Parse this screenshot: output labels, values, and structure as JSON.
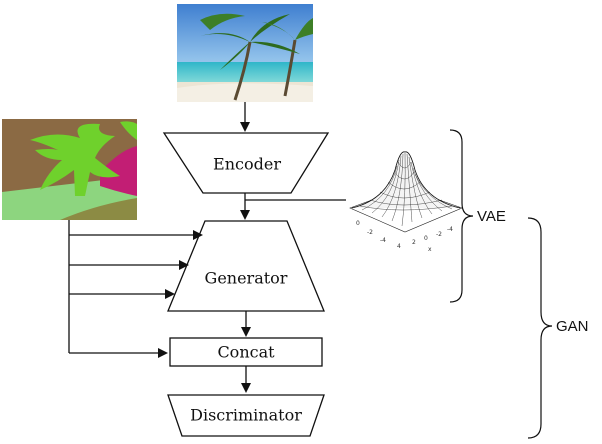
{
  "diagram": {
    "nodes": {
      "encoder": "Encoder",
      "generator": "Generator",
      "concat": "Concat",
      "discriminator": "Discriminator"
    },
    "groups": {
      "vae": "VAE",
      "gan": "GAN"
    },
    "gaussian_plot": {
      "ticks": [
        "0",
        "-2",
        "-4",
        "4",
        "2",
        "0",
        "-2",
        "-4"
      ],
      "axis_label": "x"
    },
    "images": {
      "photo": "beach-with-palm-trees-photo",
      "segmentation": "semantic-segmentation-map"
    },
    "colors": {
      "seg_brown": "#8b6a44",
      "seg_green": "#6fd12c",
      "seg_magenta": "#c21e74",
      "seg_light_green": "#8dd57f",
      "seg_olive": "#8c8b44"
    }
  }
}
